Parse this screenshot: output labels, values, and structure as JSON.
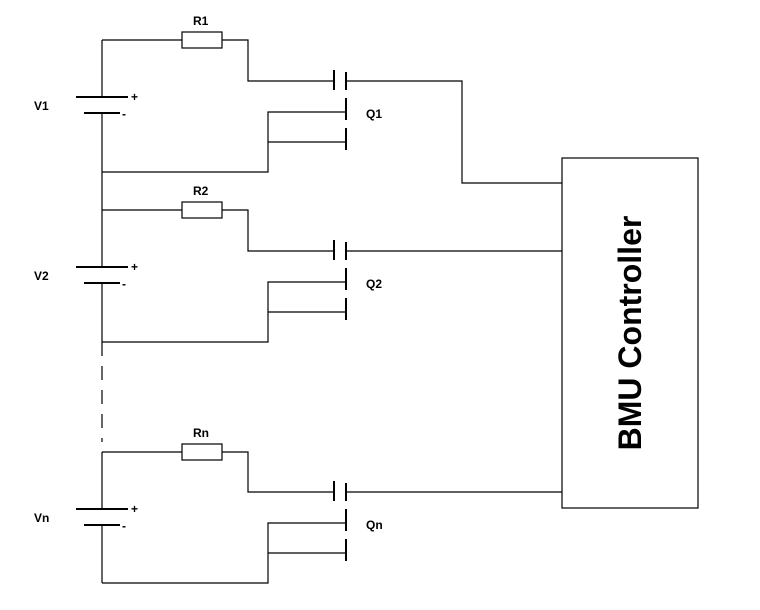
{
  "cells": [
    {
      "voltage_label": "V1",
      "resistor_label": "R1",
      "transistor_label": "Q1"
    },
    {
      "voltage_label": "V2",
      "resistor_label": "R2",
      "transistor_label": "Q2"
    },
    {
      "voltage_label": "Vn",
      "resistor_label": "Rn",
      "transistor_label": "Qn"
    }
  ],
  "terminal": {
    "plus": "+",
    "minus": "-"
  },
  "controller": {
    "label": "BMU Controller"
  }
}
